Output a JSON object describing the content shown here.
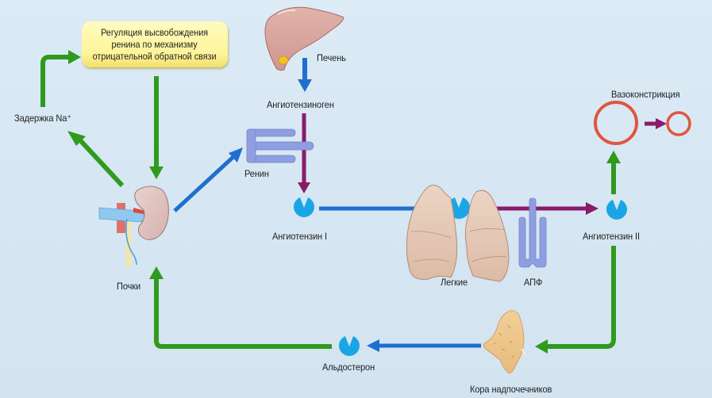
{
  "diagram": {
    "title": "Ренин-ангиотензин-альдостероновая система",
    "colors": {
      "background": "#d8e8f4",
      "green_arrow": "#2f9a1c",
      "blue_arrow": "#1f6fd0",
      "purple_arrow": "#8a1a6a",
      "hormone_circle": "#1aa6e6",
      "vessel_ring": "#e0553e",
      "organ_pink": "#d7a6a0",
      "enzyme_lavender": "#8e9ee0",
      "regulation_box": "#fdf49a"
    },
    "regulation_box": {
      "lines": [
        "Регуляция высвобождения",
        "ренина по механизму",
        "отрицательной обратной связи"
      ]
    },
    "nodes": {
      "liver": "Печень",
      "angiotensinogen": "Ангиотензиноген",
      "renin": "Ренин",
      "angiotensin_1": "Ангиотензин I",
      "lungs": "Легкие",
      "ace": "АПФ",
      "angiotensin_2": "Ангиотензин II",
      "vasoconstriction": "Вазоконстрикция",
      "adrenal_cortex": "Кора надпочечников",
      "aldosterone": "Альдостерон",
      "kidneys": "Почки",
      "sodium_retention": "Задержка Na⁺"
    },
    "edges": [
      {
        "from": "Печень",
        "to": "Ангиотензиноген",
        "color": "blue"
      },
      {
        "from": "Почки",
        "to": "Ренин",
        "color": "blue"
      },
      {
        "from": "Ангиотензиноген",
        "to": "Ангиотензин I",
        "color": "purple",
        "via": "Ренин"
      },
      {
        "from": "Ангиотензин I",
        "to": "Легкие",
        "color": "blue"
      },
      {
        "from": "Легкие",
        "to": "Ангиотензин II",
        "color": "purple",
        "via": "АПФ"
      },
      {
        "from": "Ангиотензин II",
        "to": "Вазоконстрикция",
        "color": "green"
      },
      {
        "from": "Вазоконстрикция (широкий сосуд)",
        "to": "Вазоконстрикция (узкий сосуд)",
        "color": "purple"
      },
      {
        "from": "Ангиотензин II",
        "to": "Кора надпочечников",
        "color": "green"
      },
      {
        "from": "Кора надпочечников",
        "to": "Альдостерон",
        "color": "blue"
      },
      {
        "from": "Альдостерон",
        "to": "Почки",
        "color": "green"
      },
      {
        "from": "Почки",
        "to": "Задержка Na⁺",
        "color": "green"
      },
      {
        "from": "Задержка Na⁺",
        "to": "Регуляция высвобождения ренина",
        "color": "green"
      },
      {
        "from": "Регуляция высвобождения ренина",
        "to": "Почки",
        "color": "green"
      }
    ]
  }
}
